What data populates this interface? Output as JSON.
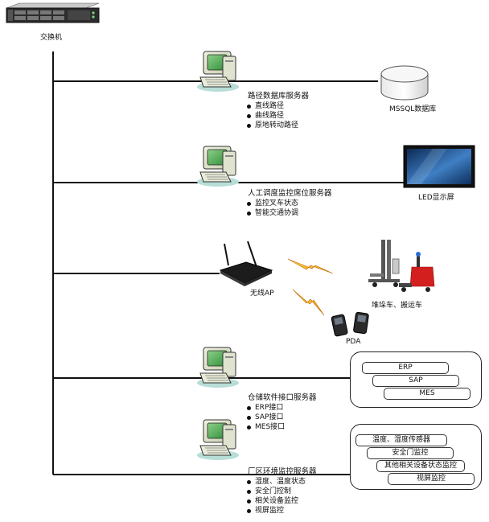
{
  "switch": {
    "label": "交换机",
    "icon": "rack-switch-icon"
  },
  "servers": [
    {
      "title": "路径数据库服务器",
      "items": [
        "直线路径",
        "曲线路径",
        "原地转动路径"
      ]
    },
    {
      "title": "人工调度监控席位服务器",
      "items": [
        "监控叉车状态",
        "智能交通协调"
      ]
    },
    {
      "title": "仓储软件接口服务器",
      "items": [
        "ERP接口",
        "SAP接口",
        "MES接口"
      ]
    },
    {
      "title": "厂区环境监控服务器",
      "items": [
        "湿度、温度状态",
        "安全门控制",
        "相关设备监控",
        "视屏监控"
      ]
    }
  ],
  "database": {
    "label": "MSSQL数据库",
    "icon": "database-cylinder-icon"
  },
  "display": {
    "label": "LED显示屏",
    "icon": "led-screen-icon"
  },
  "wireless": {
    "label": "无线AP",
    "icon": "wifi-router-icon"
  },
  "vehicles": {
    "label": "堆垛车、搬运车",
    "icon": "forklift-icon"
  },
  "pda": {
    "label": "PDA",
    "icon": "pda-handheld-icon"
  },
  "software_systems": [
    "ERP",
    "SAP",
    "MES"
  ],
  "env_systems": [
    "温度、湿度传感器",
    "安全门监控",
    "其他相关设备状态监控",
    "视屏监控"
  ]
}
